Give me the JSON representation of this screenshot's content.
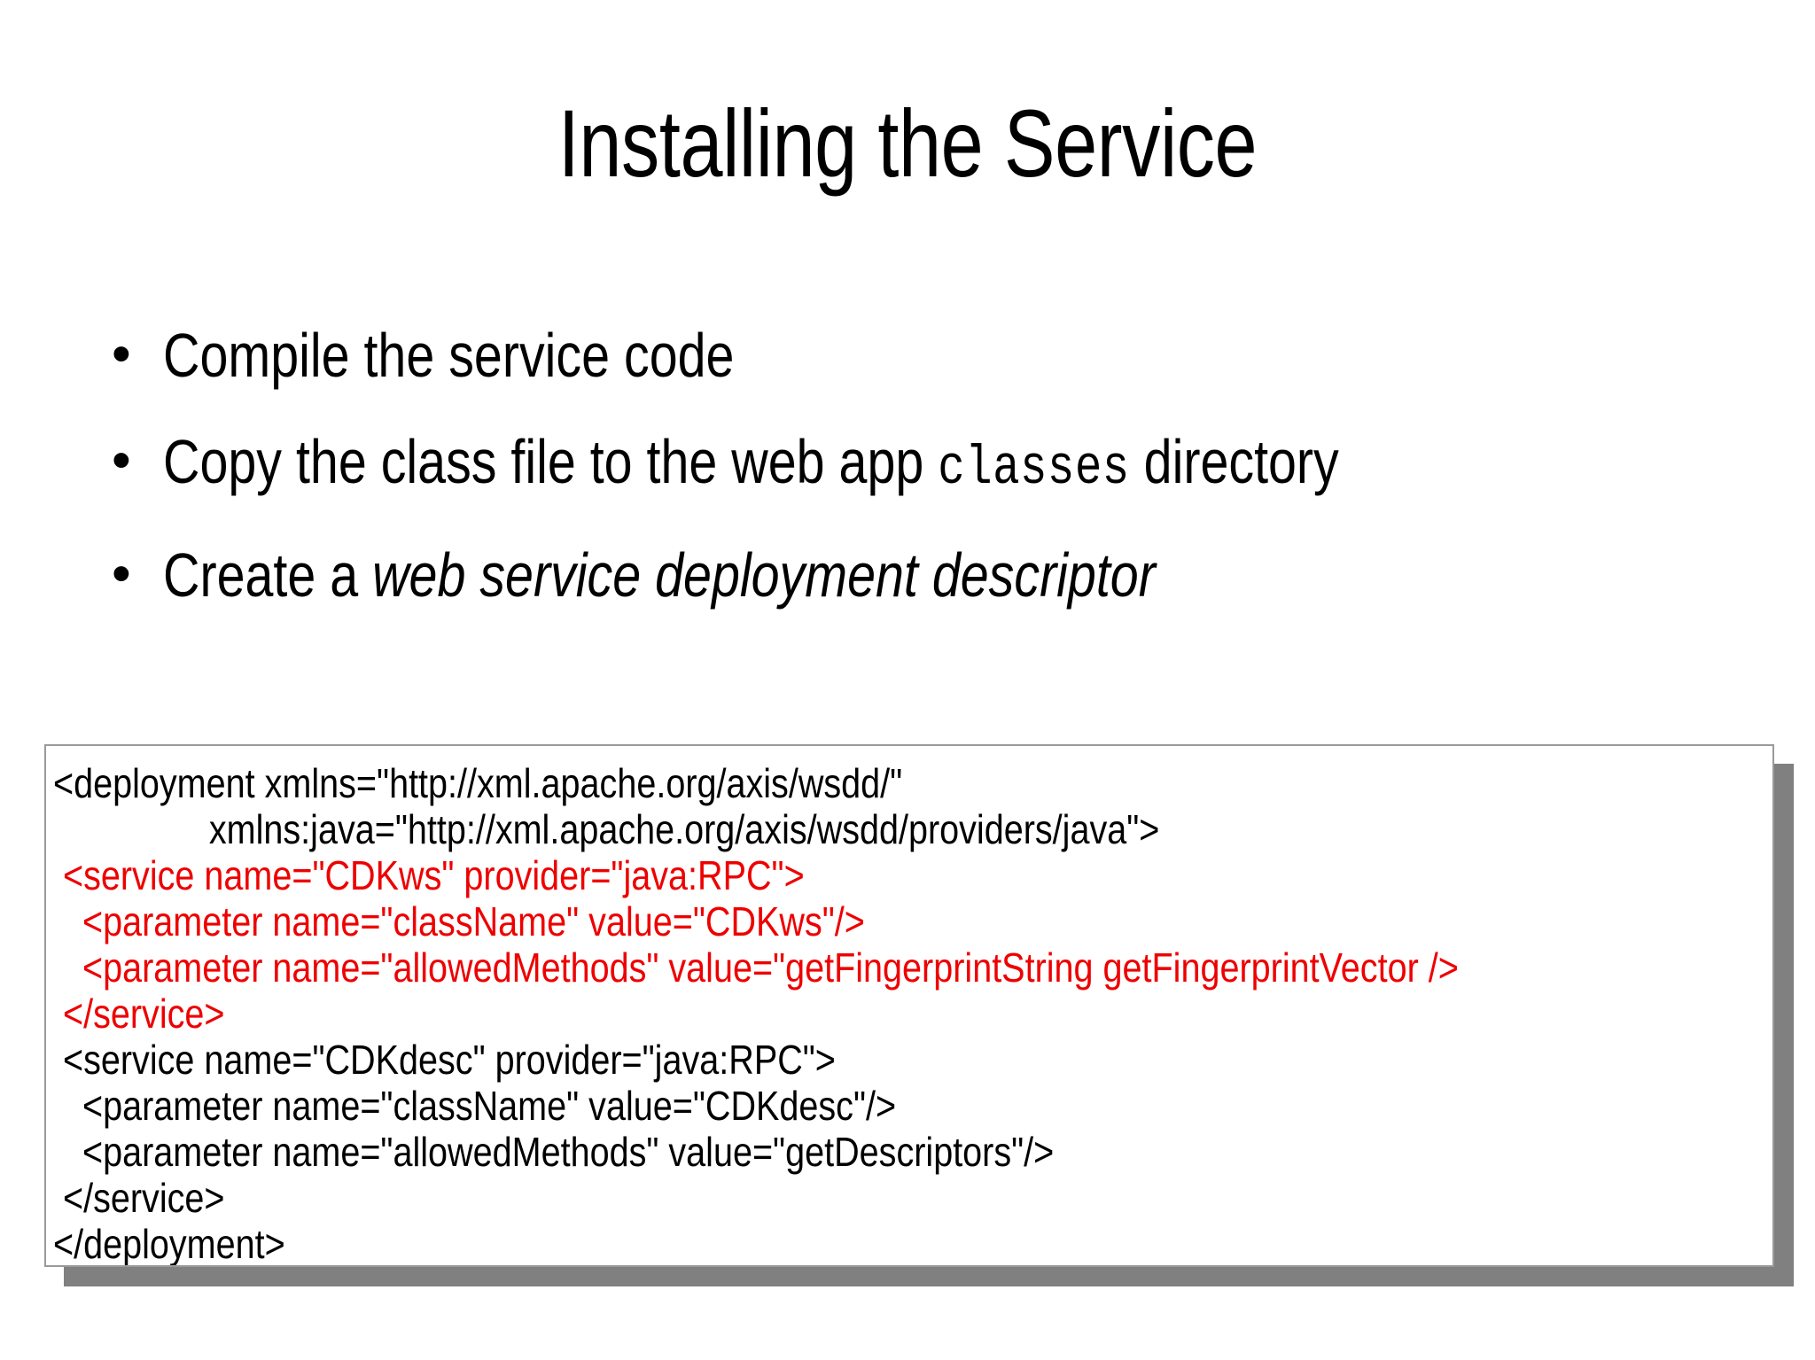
{
  "slide": {
    "title": "Installing the Service",
    "bullet_marker": "•",
    "bullets": [
      {
        "id": "bullet-compile",
        "parts": [
          {
            "text": "Compile the service code",
            "style": "normal"
          }
        ],
        "plain": "Compile the service code"
      },
      {
        "id": "bullet-copy-class",
        "parts": [
          {
            "text": "Copy the class file to the web app ",
            "style": "normal"
          },
          {
            "text": "classes",
            "style": "mono"
          },
          {
            "text": " directory",
            "style": "normal"
          }
        ],
        "plain": "Copy the class file to the web app classes directory"
      },
      {
        "id": "bullet-create-descriptor",
        "parts": [
          {
            "text": "Create a ",
            "style": "normal"
          },
          {
            "text": "web service deployment descriptor",
            "style": "italic"
          }
        ],
        "plain": "Create a web service deployment descriptor"
      }
    ],
    "code_box": {
      "name": "wsdd-deployment-descriptor",
      "border_color": "#9a9a9a",
      "shadow_color": "#808080",
      "highlight_color": "#ee0000",
      "text_color": "#000000",
      "lines": [
        {
          "text": "<deployment xmlns=\"http://xml.apache.org/axis/wsdd/\"",
          "color": "black"
        },
        {
          "text": "                xmlns:java=\"http://xml.apache.org/axis/wsdd/providers/java\">",
          "color": "black"
        },
        {
          "text": " <service name=\"CDKws\" provider=\"java:RPC\">",
          "color": "red"
        },
        {
          "text": "   <parameter name=\"className\" value=\"CDKws\"/>",
          "color": "red"
        },
        {
          "text": "   <parameter name=\"allowedMethods\" value=\"getFingerprintString getFingerprintVector />",
          "color": "red"
        },
        {
          "text": " </service>",
          "color": "red"
        },
        {
          "text": " <service name=\"CDKdesc\" provider=\"java:RPC\">",
          "color": "black"
        },
        {
          "text": "   <parameter name=\"className\" value=\"CDKdesc\"/>",
          "color": "black"
        },
        {
          "text": "   <parameter name=\"allowedMethods\" value=\"getDescriptors\"/>",
          "color": "black"
        },
        {
          "text": " </service>",
          "color": "black"
        },
        {
          "text": "</deployment>",
          "color": "black"
        }
      ]
    }
  }
}
